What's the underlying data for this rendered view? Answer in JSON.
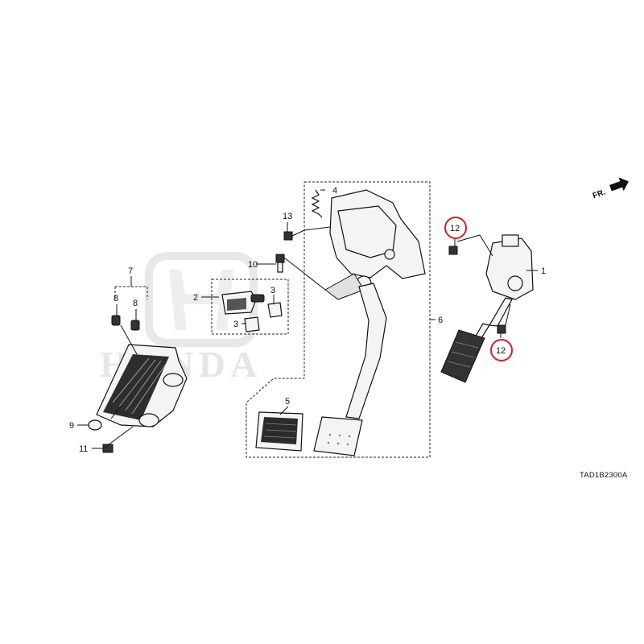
{
  "diagram_code": "TAD1B2300A",
  "front_indicator": "FR.",
  "watermark_text": "HONDA",
  "highlight_color": "#d61f26",
  "callouts": {
    "n1": "1",
    "n2": "2",
    "n3a": "3",
    "n3b": "3",
    "n4": "4",
    "n5": "5",
    "n6": "6",
    "n7": "7",
    "n8a": "8",
    "n8b": "8",
    "n9": "9",
    "n10": "10",
    "n11": "11",
    "n12a": "12",
    "n12b": "12",
    "n13": "13"
  }
}
